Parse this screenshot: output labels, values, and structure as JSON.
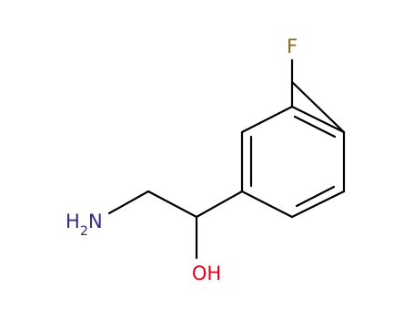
{
  "structure": {
    "atoms": {
      "fluorine": {
        "text": "F",
        "color": "#8b6914"
      },
      "hydroxyl": {
        "text": "OH",
        "color": "#e8001c"
      },
      "amine": {
        "h": "H",
        "sub": "2",
        "n": "N",
        "color": "#2e2a7e"
      }
    },
    "colors": {
      "bond": "#000000",
      "background": "#ffffff"
    }
  }
}
